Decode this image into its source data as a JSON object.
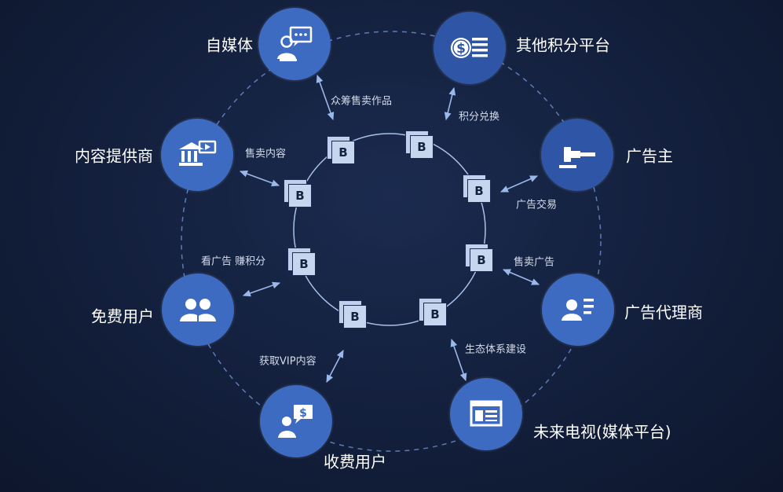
{
  "colors": {
    "node_fill": "#3d6bc1",
    "node_fill_dark": "#2f56a6",
    "block_fill": "#c7d6ef",
    "ring": "#a9c1ea",
    "dashed_ring": "#5e7bb6",
    "arrow": "#9bb8ea"
  },
  "block_label": "B",
  "nodes": [
    {
      "id": "self-media",
      "label": "自媒体",
      "icon": "presenter-chat-icon"
    },
    {
      "id": "other-points",
      "label": "其他积分平台",
      "icon": "dollar-coin-icon"
    },
    {
      "id": "advertiser",
      "label": "广告主",
      "icon": "gavel-icon"
    },
    {
      "id": "ad-agency",
      "label": "广告代理商",
      "icon": "contact-card-icon"
    },
    {
      "id": "future-tv",
      "label": "未来电视(媒体平台)",
      "icon": "browser-window-icon"
    },
    {
      "id": "paid-user",
      "label": "收费用户",
      "icon": "user-payment-icon"
    },
    {
      "id": "free-user",
      "label": "免费用户",
      "icon": "user-group-icon"
    },
    {
      "id": "content-provider",
      "label": "内容提供商",
      "icon": "bank-video-icon"
    }
  ],
  "edges": [
    {
      "label": "众筹售卖作品"
    },
    {
      "label": "积分兑换"
    },
    {
      "label": "售卖内容"
    },
    {
      "label": "广告交易"
    },
    {
      "label": "看广告 赚积分"
    },
    {
      "label": "售卖广告"
    },
    {
      "label": "获取VIP内容"
    },
    {
      "label": "生态体系建设"
    }
  ]
}
